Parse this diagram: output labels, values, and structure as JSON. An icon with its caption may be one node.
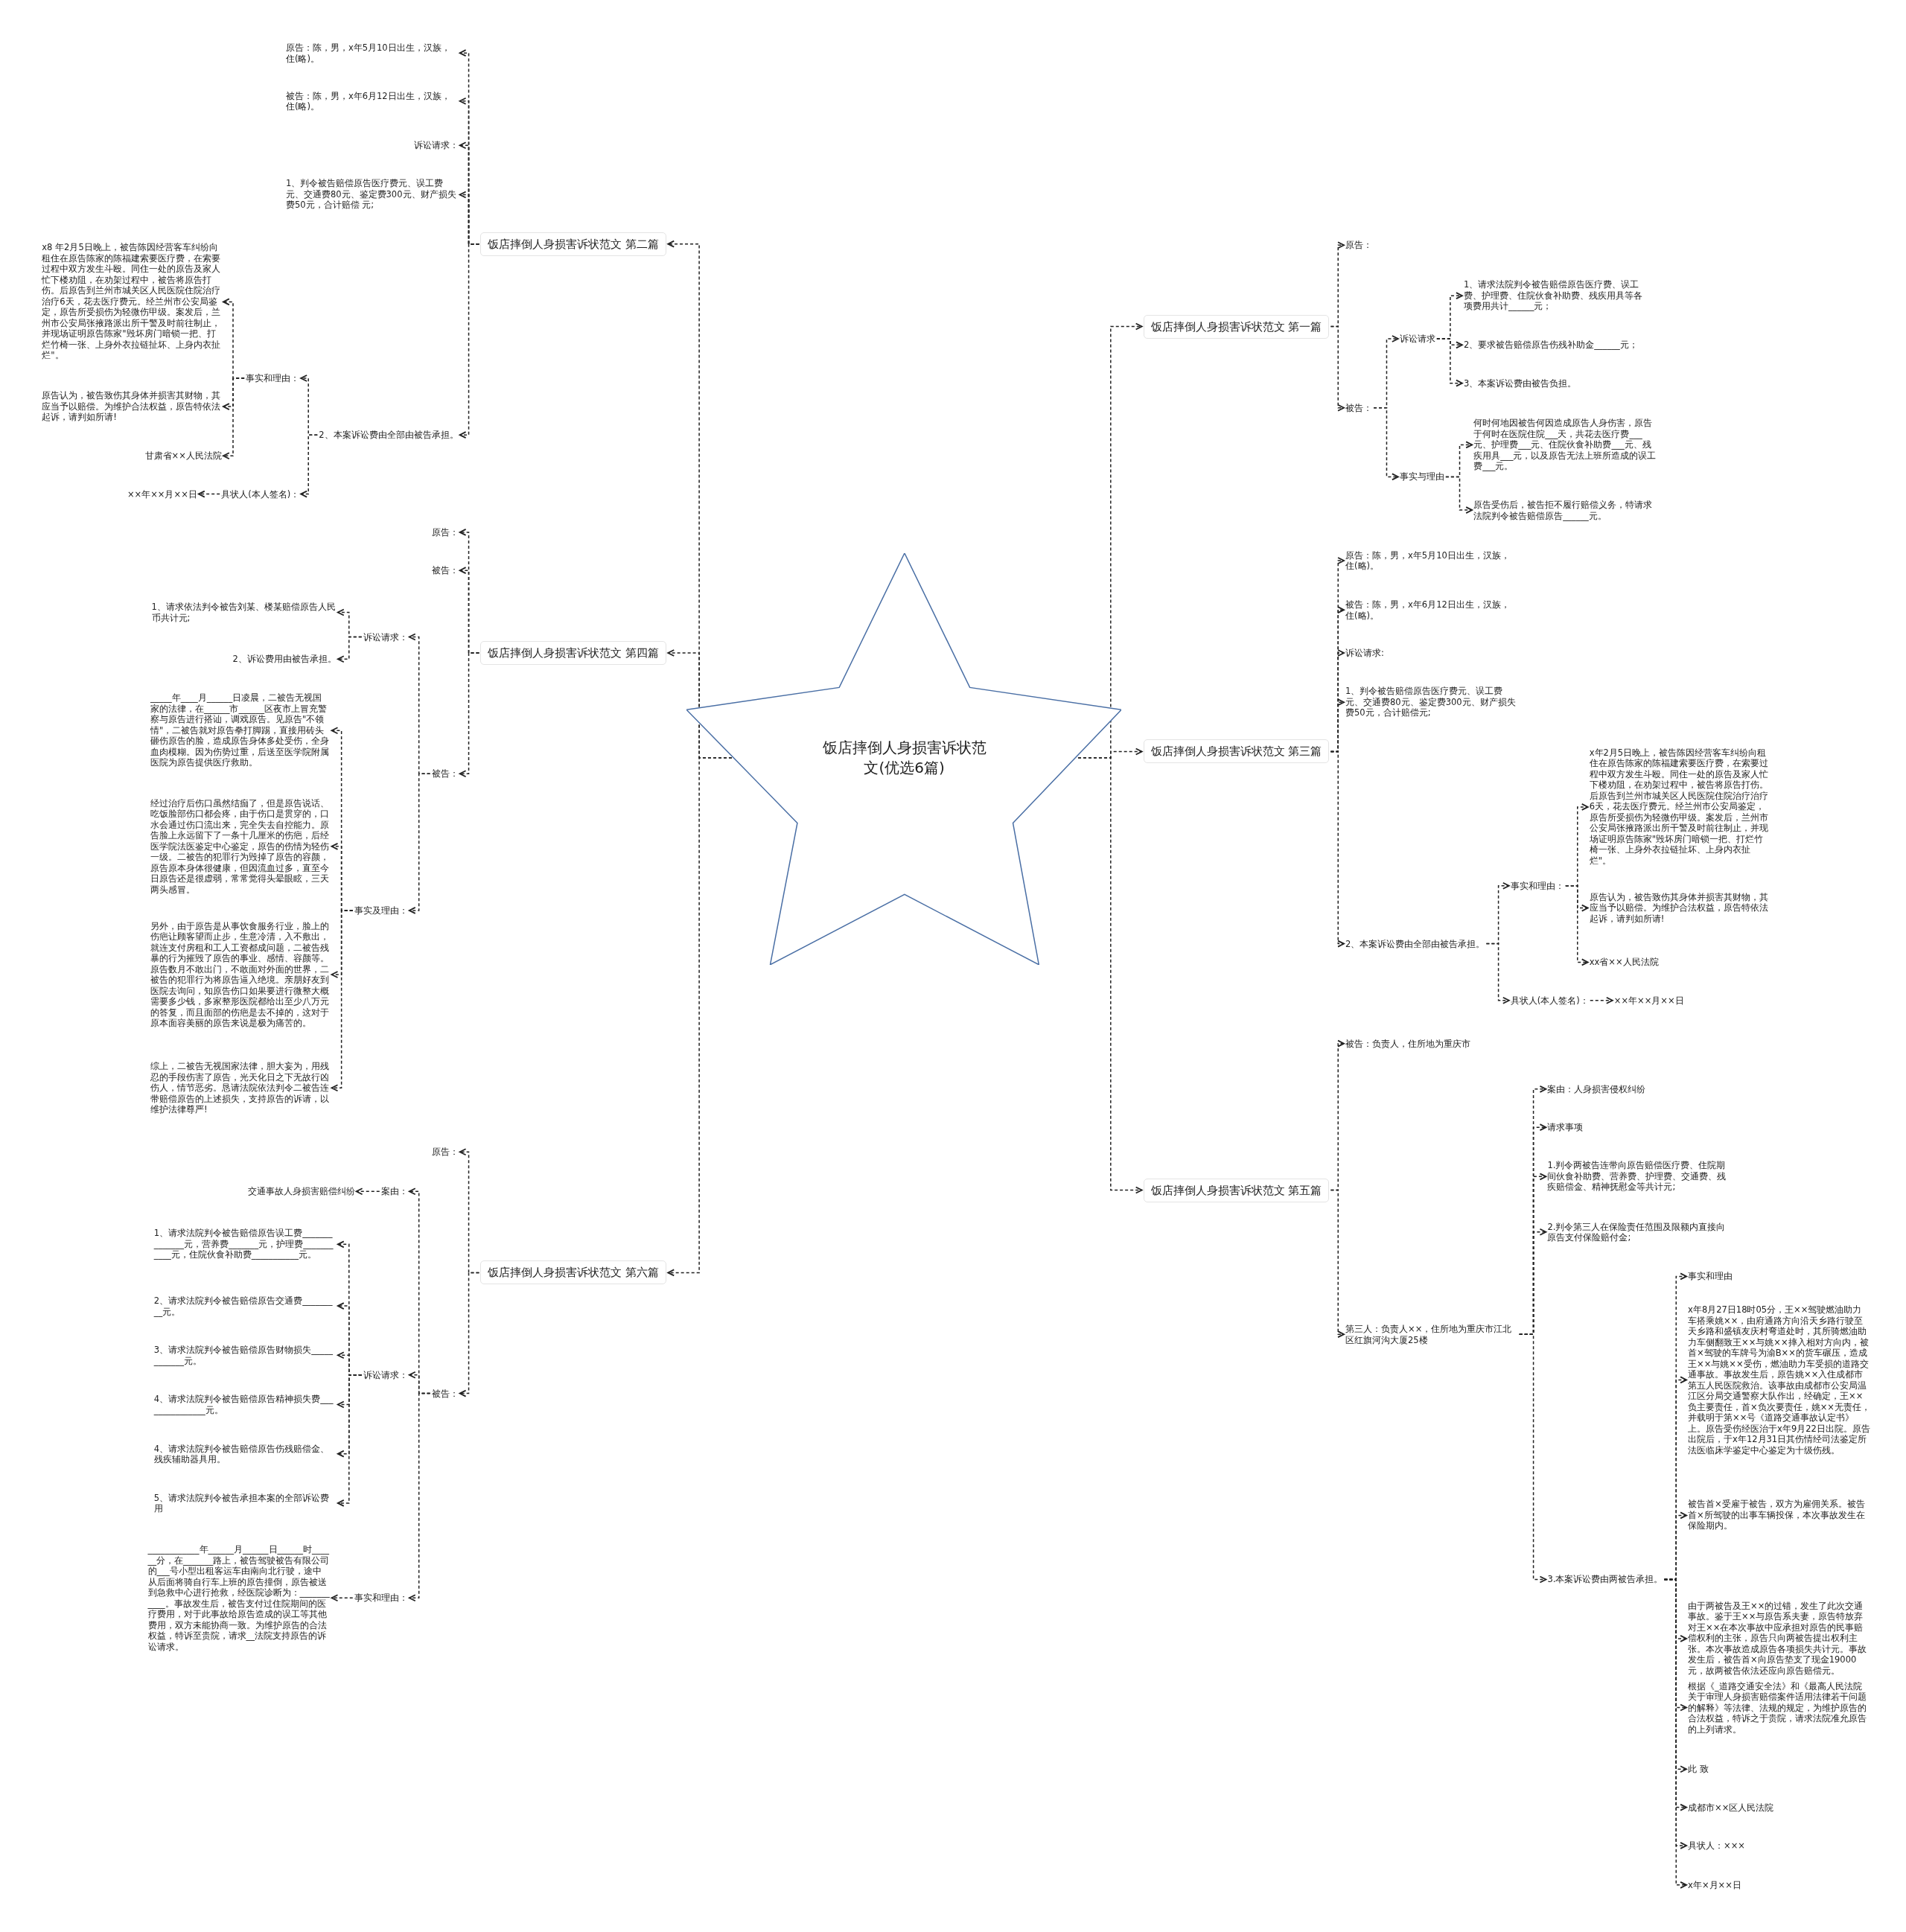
{
  "diagram": {
    "nodes": [
      {
        "text": [
          "饭店摔倒人身损害诉状范文(优选6篇)"
        ]
      },
      {
        "text": [
          "饭店摔倒人身损害诉状范文 第二篇"
        ]
      },
      {
        "text": [
          "原告：陈，男，x年5月10日出生，汉族，住(略)。"
        ]
      },
      {
        "text": [
          "被告：陈，男，x年6月12日出生，汉族，住(略)。"
        ]
      },
      {
        "text": [
          "诉讼请求："
        ]
      },
      {
        "text": [
          "1、判令被告赔偿原告医疗费元、误工费元、交通费80元、鉴定费300元、财产损失费50元，合计赔偿 元;"
        ]
      },
      {
        "text": [
          "2、本案诉讼费由全部由被告承担。"
        ]
      },
      {
        "text": [
          "事实和理由："
        ]
      },
      {
        "text": [
          "具状人(本人签名)："
        ]
      },
      {
        "text": [
          "x8 年2月5日晚上，被告陈因经营客车纠纷向租住在原告陈家的陈福建索要医疗费，在索要过程中双方发生斗殴。同住一处的原告及家人忙下楼劝阻，在劝架过程中，被告将原告打伤。后原告到兰州市城关区人民医院住院治疗治疗6天，花去医疗费元。经兰州市公安局鉴定，原告所受损伤为轻微伤甲级。案发后，兰州市公安局张掖路派出所干警及时前往制止，并现场证明原告陈家\"毁坏房门暗锁一把、打烂竹椅一张、上身外衣拉链扯坏、上身内衣扯烂\"。"
        ]
      },
      {
        "text": [
          "原告认为，被告致伤其身体并损害其财物，其应当予以赔偿。为维护合法权益，原告特依法起诉，请判如所请!"
        ]
      },
      {
        "text": [
          "甘肃省××人民法院"
        ]
      },
      {
        "text": [
          "××年××月××日"
        ]
      },
      {
        "text": [
          "饭店摔倒人身损害诉状范文 第四篇"
        ]
      },
      {
        "text": [
          "原告："
        ]
      },
      {
        "text": [
          "被告："
        ]
      },
      {
        "text": [
          "被告："
        ]
      },
      {
        "text": [
          "诉讼请求："
        ]
      },
      {
        "text": [
          "事实及理由："
        ]
      },
      {
        "text": [
          "1、请求依法判令被告刘某、楼某赔偿原告人民币共计元;"
        ]
      },
      {
        "text": [
          "2、诉讼费用由被告承担。"
        ]
      },
      {
        "text": [
          "_____年____月______日凌晨，二被告无视国家的法律，在______市______区夜市上冒充警察与原告进行搭讪，调戏原告。见原告\"不领情\"，二被告就对原告拳打脚踢，直接用砖头砸伤原告的脸，造成原告身体多处受伤，全身血肉模糊。因为伤势过重，后送至医学院附属医院为原告提供医疗救助。"
        ]
      },
      {
        "text": [
          "经过治疗后伤口虽然结痂了，但是原告说话、吃饭脸部伤口都会疼，由于伤口是贯穿的，口水会通过伤口流出来，完全失去自控能力。原告脸上永远留下了一条十几厘米的伤疤，后经医学院法医鉴定中心鉴定，原告的伤情为轻伤一级。二被告的犯罪行为毁掉了原告的容颜，原告原本身体很健康，但因流血过多，直至今日原告还是很虚弱，常常觉得头晕眼眩，三天两头感冒。"
        ]
      },
      {
        "text": [
          "另外，由于原告是从事饮食服务行业，脸上的伤疤让顾客望而止步，生意冷清，入不敷出，就连支付房租和工人工资都成问题，二被告残暴的行为摧毁了原告的事业、感情、容颜等。原告数月不敢出门，不敢面对外面的世界，二被告的犯罪行为将原告逼入绝境。亲朋好友到医院去询问，知原告伤口如果要进行微整大概需要多少钱，多家整形医院都给出至少八万元的答复，而且面部的伤疤是去不掉的，这对于原本面容美丽的原告来说是极为痛苦的。"
        ]
      },
      {
        "text": [
          "综上，二被告无视国家法律，胆大妄为，用残忍的手段伤害了原告，光天化日之下无故行凶伤人，情节恶劣。恳请法院依法判令二被告连带赔偿原告的上述损失，支持原告的诉请，以维护法律尊严!"
        ]
      },
      {
        "text": [
          "饭店摔倒人身损害诉状范文 第六篇"
        ]
      },
      {
        "text": [
          "原告："
        ]
      },
      {
        "text": [
          "被告："
        ]
      },
      {
        "text": [
          "案由："
        ]
      },
      {
        "text": [
          "诉讼请求："
        ]
      },
      {
        "text": [
          "事实和理由："
        ]
      },
      {
        "text": [
          "交通事故人身损害赔偿纠纷"
        ]
      },
      {
        "text": [
          "1、请求法院判令被告赔偿原告误工费______________元，营养费_______元，护理费___________元，住院伙食补助费___________元。"
        ]
      },
      {
        "text": [
          "2、请求法院判令被告赔偿原告交通费_________元。"
        ]
      },
      {
        "text": [
          "3、请求法院判令被告赔偿原告财物损失____________元。"
        ]
      },
      {
        "text": [
          "4、请求法院判令被告赔偿原告精神损失费_______________元。"
        ]
      },
      {
        "text": [
          "4、请求法院判令被告赔偿原告伤残赔偿金、残疾辅助器具用。"
        ]
      },
      {
        "text": [
          "5、请求法院判令被告承担本案的全部诉讼费用"
        ]
      },
      {
        "text": [
          "____________年______月______日______时______分，在_______路上，被告驾驶被告有限公司的___号小型出租客运车由南向北行驶，途中从后面将骑自行车上班的原告撞倒，原告被送到急救中心进行抢救，经医院诊断为：___________。事故发生后，被告支付过住院期间的医疗费用，对于此事故给原告造成的误工等其他费用，双方未能协商一致。为维护原告的合法权益，特诉至贵院，请求__法院支持原告的诉讼请求。"
        ]
      },
      {
        "text": [
          "饭店摔倒人身损害诉状范文 第一篇"
        ]
      },
      {
        "text": [
          "原告："
        ]
      },
      {
        "text": [
          "被告："
        ]
      },
      {
        "text": [
          "诉讼请求"
        ]
      },
      {
        "text": [
          "事实与理由"
        ]
      },
      {
        "text": [
          "1、请求法院判令被告赔偿原告医疗费、误工费、护理费、住院伙食补助费、残疾用具等各项费用共计______元；"
        ]
      },
      {
        "text": [
          "2、要求被告赔偿原告伤残补助金______元；"
        ]
      },
      {
        "text": [
          "3、本案诉讼费由被告负担。"
        ]
      },
      {
        "text": [
          "何时何地因被告何因造成原告人身伤害，原告于何时在医院住院___天，共花去医疗费___元、护理费___元、住院伙食补助费___元、残疾用具___元，以及原告无法上班所造成的误工费___元。"
        ]
      },
      {
        "text": [
          "原告受伤后，被告拒不履行赔偿义务，特请求法院判令被告赔偿原告______元。"
        ]
      },
      {
        "text": [
          "饭店摔倒人身损害诉状范文 第三篇"
        ]
      },
      {
        "text": [
          "原告：陈，男，x年5月10日出生，汉族，住(略)。"
        ]
      },
      {
        "text": [
          "被告：陈，男，x年6月12日出生，汉族，住(略)。"
        ]
      },
      {
        "text": [
          "诉讼请求:"
        ]
      },
      {
        "text": [
          "1、判令被告赔偿原告医疗费元、误工费元、交通费80元、鉴定费300元、财产损失费50元，合计赔偿元;"
        ]
      },
      {
        "text": [
          "2、本案诉讼费由全部由被告承担。"
        ]
      },
      {
        "text": [
          "事实和理由："
        ]
      },
      {
        "text": [
          "具状人(本人签名)："
        ]
      },
      {
        "text": [
          "x年2月5日晚上，被告陈因经营客车纠纷向租住在原告陈家的陈福建索要医疗费，在索要过程中双方发生斗殴。同住一处的原告及家人忙下楼劝阻，在劝架过程中，被告将原告打伤。后原告到兰州市城关区人民医院住院治疗治疗6天，花去医疗费元。经兰州市公安局鉴定，原告所受损伤为轻微伤甲级。案发后，兰州市公安局张掖路派出所干警及时前往制止，并现场证明原告陈家\"毁坏房门暗锁一把、打烂竹椅一张、上身外衣拉链扯坏、上身内衣扯烂\"。"
        ]
      },
      {
        "text": [
          "原告认为，被告致伤其身体并损害其财物，其应当予以赔偿。为维护合法权益，原告特依法起诉，请判如所请!"
        ]
      },
      {
        "text": [
          "xx省××人民法院"
        ]
      },
      {
        "text": [
          "××年××月××日"
        ]
      },
      {
        "text": [
          "饭店摔倒人身损害诉状范文 第五篇"
        ]
      },
      {
        "text": [
          "被告：负责人，住所地为重庆市"
        ]
      },
      {
        "text": [
          "第三人：负责人××，住所地为重庆市江北区红旗河沟大厦25楼"
        ]
      },
      {
        "text": [
          "案由：人身损害侵权纠纷"
        ]
      },
      {
        "text": [
          "请求事项"
        ]
      },
      {
        "text": [
          "1.判令两被告连带向原告赔偿医疗费、住院期间伙食补助费、营养费、护理费、交通费、残疾赔偿金、精神抚慰金等共计元;"
        ]
      },
      {
        "text": [
          "2.判令第三人在保险责任范围及限额内直接向原告支付保险赔付金;"
        ]
      },
      {
        "text": [
          "3.本案诉讼费由两被告承担。"
        ]
      },
      {
        "text": [
          "事实和理由"
        ]
      },
      {
        "text": [
          "x年8月27日18时05分，王××驾驶燃油助力车搭乘姚××，由府通路方向沿天乡路行驶至天乡路和盛镇友庆村弯道处时，其所骑燃油助力车侧翻致王××与姚××摔入相对方向内，被首×驾驶的车牌号为渝B××的货车碾压，造成王××与姚××受伤，燃油助力车受损的道路交通事故。事故发生后，原告姚××入住成都市第五人民医院救治。该事故由成都市公安局温江区分局交通警察大队作出，经确定，王××负主要责任，首×负次要责任，姚××无责任，并载明于第××号《道路交通事故认定书》上。原告受伤经医治于x年9月22日出院。原告出院后，于x年12月31日其伤情经司法鉴定所法医临床学鉴定中心鉴定为十级伤残。"
        ]
      },
      {
        "text": [
          "被告首×受雇于被告，双方为雇佣关系。被告首×所驾驶的出事车辆投保，本次事故发生在保险期内。"
        ]
      },
      {
        "text": [
          "由于两被告及王××的过错，发生了此次交通事故。鉴于王××与原告系夫妻，原告特放弃对王××在本次事故中应承担对原告的民事赔偿权利的主张，原告只向两被告提出权利主张。本次事故造成原告各项损失共计元。事故发生后，被告首×向原告垫支了现金19000元，故两被告依法还应向原告赔偿元。"
        ]
      },
      {
        "text": [
          "根据《_道路交通安全法》和《最高人民法院关于审理人身损害赔偿案件适用法律若干问题的解释》等法律、法规的规定，为维护原告的合法权益，特诉之于贵院，请求法院准允原告的上列请求。"
        ]
      },
      {
        "text": [
          "此 致"
        ]
      },
      {
        "text": [
          "成都市××区人民法院"
        ]
      },
      {
        "text": [
          "具状人：×××"
        ]
      },
      {
        "text": [
          "x年×月××日"
        ]
      }
    ],
    "edges": [
      {
        "from": 0,
        "to": 1,
        "arrow": "to"
      },
      {
        "from": 1,
        "to": 2,
        "arrow": "to"
      },
      {
        "from": 1,
        "to": 3,
        "arrow": "to"
      },
      {
        "from": 1,
        "to": 4,
        "arrow": "to"
      },
      {
        "from": 1,
        "to": 5,
        "arrow": "to"
      },
      {
        "from": 1,
        "to": 6,
        "arrow": "to"
      },
      {
        "from": 6,
        "to": 7,
        "arrow": "to"
      },
      {
        "from": 6,
        "to": 8,
        "arrow": "to"
      },
      {
        "from": 7,
        "to": 9,
        "arrow": "to"
      },
      {
        "from": 7,
        "to": 10,
        "arrow": "to"
      },
      {
        "from": 7,
        "to": 11,
        "arrow": "to"
      },
      {
        "from": 8,
        "to": 12,
        "arrow": "to"
      },
      {
        "from": 0,
        "to": 13,
        "arrow": "to"
      },
      {
        "from": 13,
        "to": 14,
        "arrow": "to"
      },
      {
        "from": 13,
        "to": 15,
        "arrow": "to"
      },
      {
        "from": 13,
        "to": 16,
        "arrow": "to"
      },
      {
        "from": 16,
        "to": 17,
        "arrow": "to"
      },
      {
        "from": 16,
        "to": 18,
        "arrow": "to"
      },
      {
        "from": 17,
        "to": 19,
        "arrow": "to"
      },
      {
        "from": 17,
        "to": 20,
        "arrow": "to"
      },
      {
        "from": 18,
        "to": 21,
        "arrow": "to"
      },
      {
        "from": 18,
        "to": 22,
        "arrow": "to"
      },
      {
        "from": 18,
        "to": 23,
        "arrow": "to"
      },
      {
        "from": 18,
        "to": 24,
        "arrow": "to"
      },
      {
        "from": 0,
        "to": 25,
        "arrow": "to"
      },
      {
        "from": 25,
        "to": 26,
        "arrow": "to"
      },
      {
        "from": 25,
        "to": 27,
        "arrow": "to"
      },
      {
        "from": 27,
        "to": 28,
        "arrow": "to"
      },
      {
        "from": 27,
        "to": 29,
        "arrow": "to"
      },
      {
        "from": 27,
        "to": 30,
        "arrow": "to"
      },
      {
        "from": 28,
        "to": 31,
        "arrow": "to"
      },
      {
        "from": 29,
        "to": 32,
        "arrow": "to"
      },
      {
        "from": 29,
        "to": 33,
        "arrow": "to"
      },
      {
        "from": 29,
        "to": 34,
        "arrow": "to"
      },
      {
        "from": 29,
        "to": 35,
        "arrow": "to"
      },
      {
        "from": 29,
        "to": 36,
        "arrow": "to"
      },
      {
        "from": 29,
        "to": 37,
        "arrow": "to"
      },
      {
        "from": 30,
        "to": 38,
        "arrow": "to"
      },
      {
        "from": 0,
        "to": 39,
        "arrow": "to"
      },
      {
        "from": 39,
        "to": 40,
        "arrow": "to"
      },
      {
        "from": 39,
        "to": 41,
        "arrow": "to"
      },
      {
        "from": 41,
        "to": 42,
        "arrow": "to"
      },
      {
        "from": 41,
        "to": 43,
        "arrow": "to"
      },
      {
        "from": 42,
        "to": 44,
        "arrow": "to"
      },
      {
        "from": 42,
        "to": 45,
        "arrow": "to"
      },
      {
        "from": 42,
        "to": 46,
        "arrow": "to"
      },
      {
        "from": 43,
        "to": 47,
        "arrow": "to"
      },
      {
        "from": 43,
        "to": 48,
        "arrow": "to"
      },
      {
        "from": 0,
        "to": 49,
        "arrow": "to"
      },
      {
        "from": 49,
        "to": 50,
        "arrow": "to"
      },
      {
        "from": 49,
        "to": 51,
        "arrow": "to"
      },
      {
        "from": 49,
        "to": 52,
        "arrow": "to"
      },
      {
        "from": 49,
        "to": 53,
        "arrow": "to"
      },
      {
        "from": 49,
        "to": 54,
        "arrow": "to"
      },
      {
        "from": 54,
        "to": 55,
        "arrow": "to"
      },
      {
        "from": 54,
        "to": 56,
        "arrow": "to"
      },
      {
        "from": 55,
        "to": 57,
        "arrow": "to"
      },
      {
        "from": 55,
        "to": 58,
        "arrow": "to"
      },
      {
        "from": 55,
        "to": 59,
        "arrow": "to"
      },
      {
        "from": 56,
        "to": 60,
        "arrow": "to"
      },
      {
        "from": 0,
        "to": 61,
        "arrow": "to"
      },
      {
        "from": 61,
        "to": 62,
        "arrow": "to"
      },
      {
        "from": 61,
        "to": 63,
        "arrow": "to"
      },
      {
        "from": 63,
        "to": 64,
        "arrow": "to"
      },
      {
        "from": 63,
        "to": 65,
        "arrow": "to"
      },
      {
        "from": 63,
        "to": 66,
        "arrow": "to"
      },
      {
        "from": 63,
        "to": 67,
        "arrow": "to"
      },
      {
        "from": 63,
        "to": 68,
        "arrow": "to"
      },
      {
        "from": 68,
        "to": 69,
        "arrow": "to"
      },
      {
        "from": 68,
        "to": 70,
        "arrow": "to"
      },
      {
        "from": 68,
        "to": 71,
        "arrow": "to"
      },
      {
        "from": 68,
        "to": 72,
        "arrow": "to"
      },
      {
        "from": 68,
        "to": 73,
        "arrow": "to"
      },
      {
        "from": 68,
        "to": 74,
        "arrow": "to"
      },
      {
        "from": 68,
        "to": 75,
        "arrow": "to"
      },
      {
        "from": 68,
        "to": 76,
        "arrow": "to"
      },
      {
        "from": 68,
        "to": 77,
        "arrow": "to"
      }
    ]
  }
}
